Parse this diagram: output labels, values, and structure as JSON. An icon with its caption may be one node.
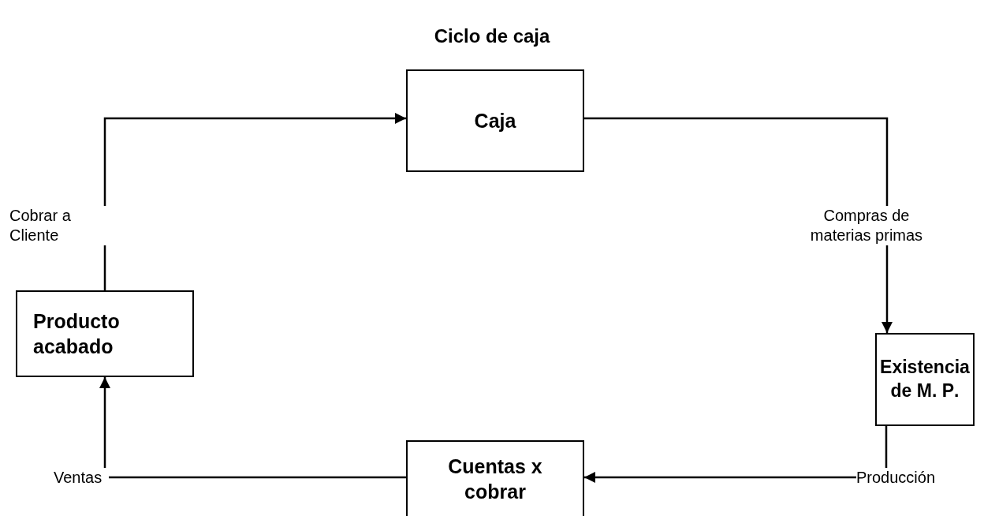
{
  "diagram": {
    "title": "Ciclo de caja",
    "nodes": [
      {
        "text": [
          "Caja"
        ]
      },
      {
        "text": [
          "Producto acabado"
        ]
      },
      {
        "text": [
          "**Existencia de M. P**."
        ]
      },
      {
        "text": [
          "Cuentas x cobrar"
        ]
      }
    ],
    "edges": [
      {
        "from": 1,
        "to": 0,
        "arrow": "to",
        "label": "Cobrar a Cliente"
      },
      {
        "from": 0,
        "to": 2,
        "arrow": "to",
        "label": "Compras de materias primas"
      },
      {
        "from": 2,
        "to": 3,
        "arrow": "to",
        "label": "Producción"
      },
      {
        "from": 3,
        "to": 1,
        "arrow": "to",
        "label": "Ventas"
      }
    ]
  }
}
